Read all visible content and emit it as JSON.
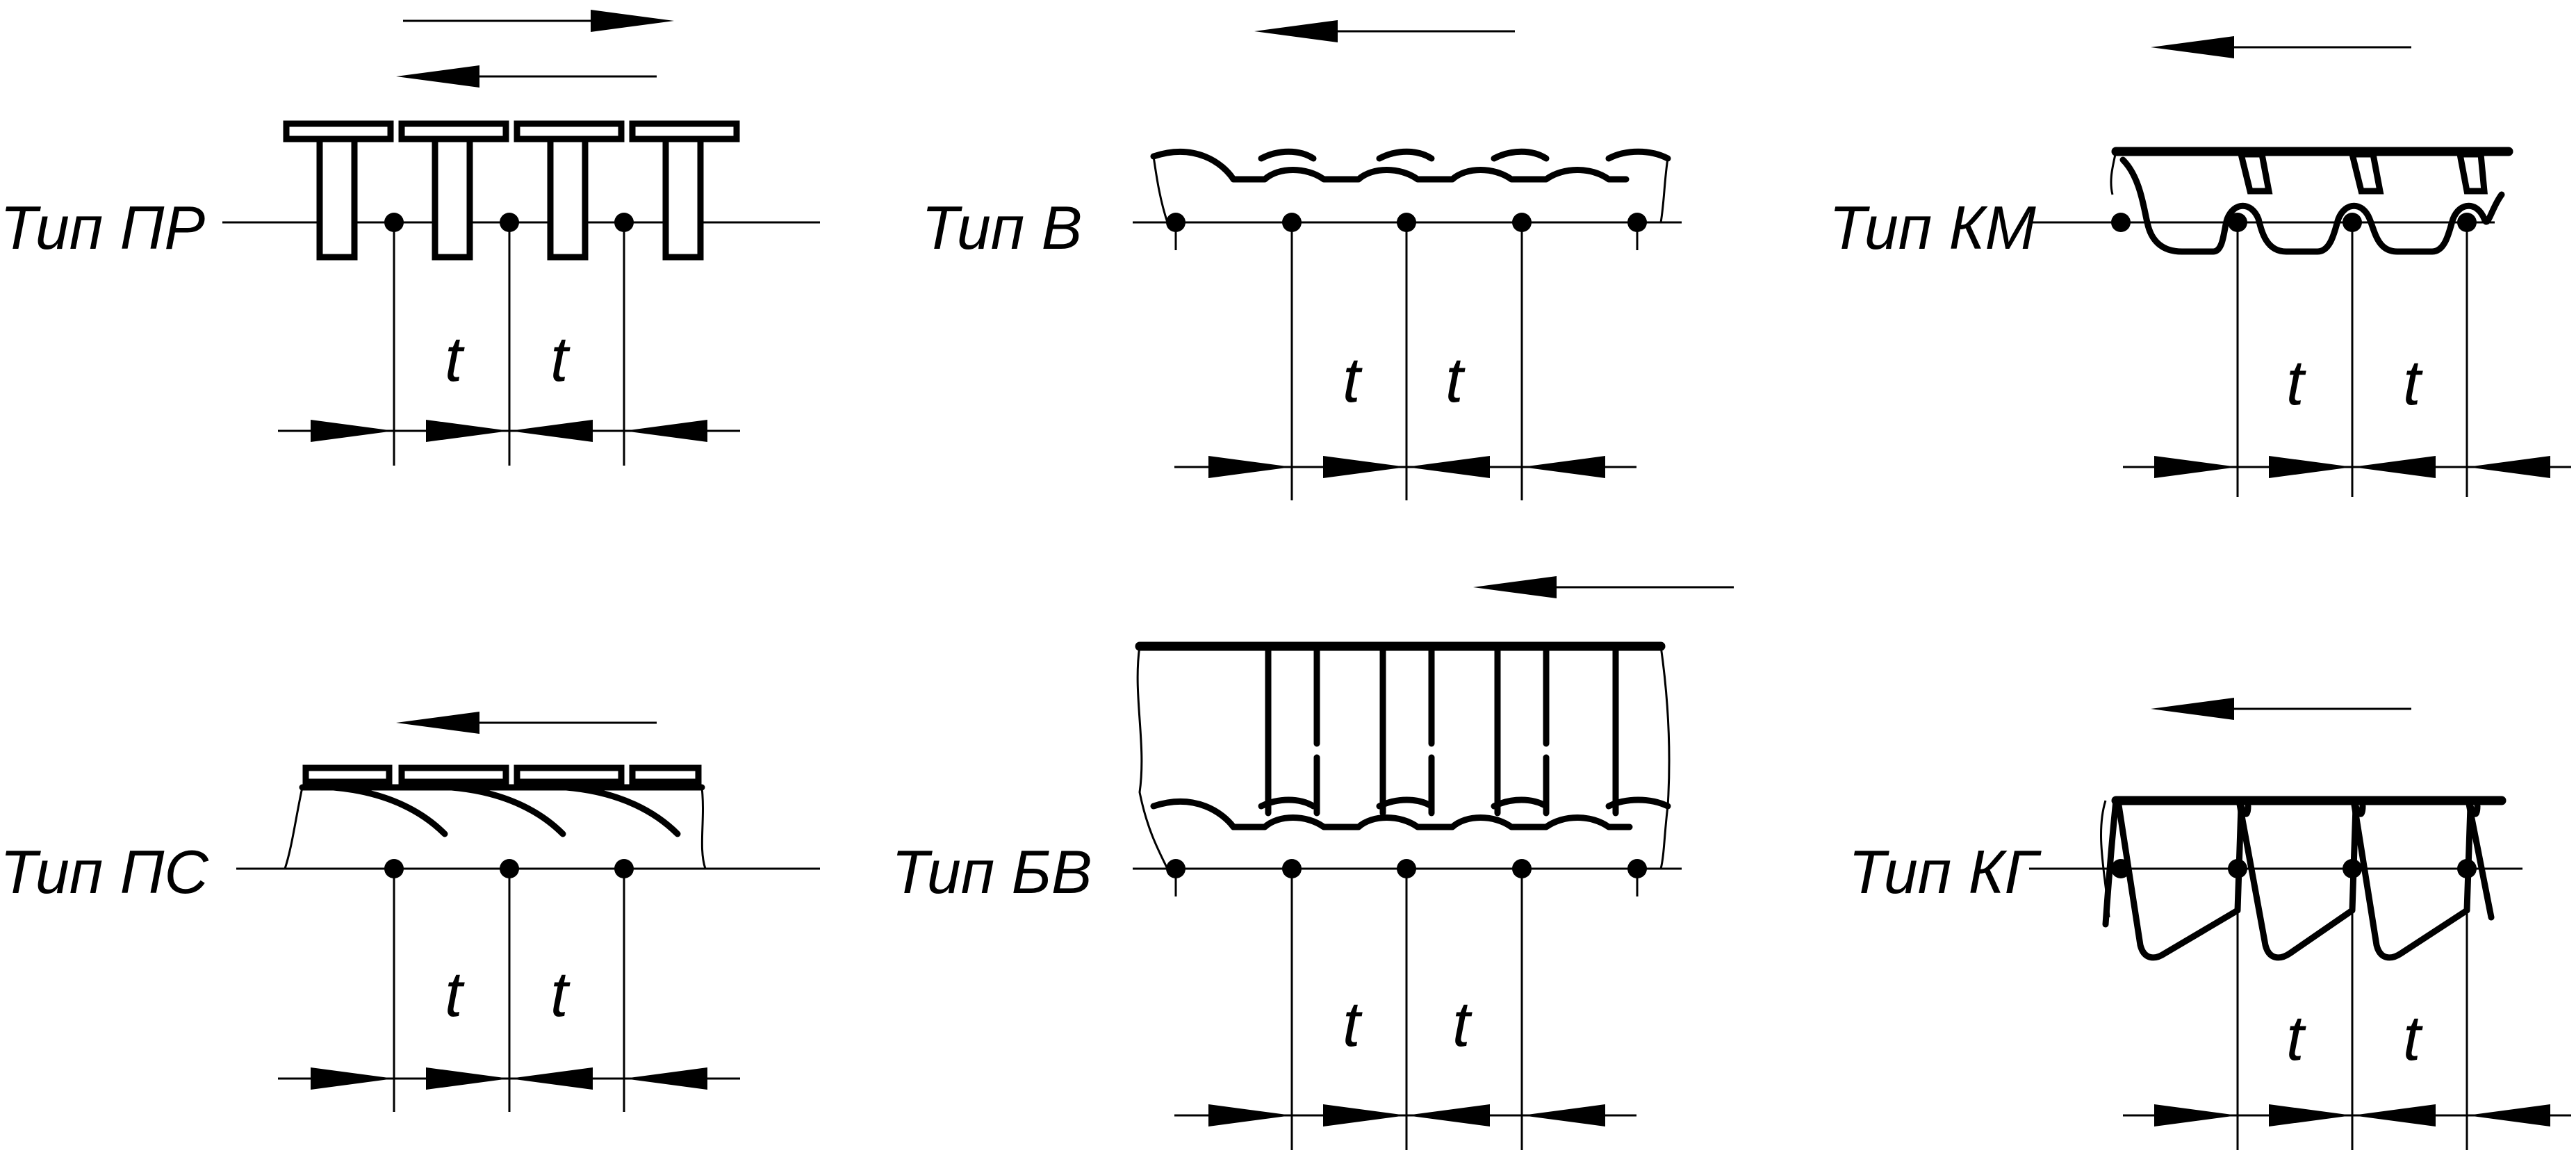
{
  "diagrams": [
    {
      "label": "Тип ПР",
      "pitch_labels": [
        "t",
        "t"
      ]
    },
    {
      "label": "Тип В",
      "pitch_labels": [
        "t",
        "t"
      ]
    },
    {
      "label": "Тип КМ",
      "pitch_labels": [
        "t",
        "t"
      ]
    },
    {
      "label": "Тип ПС",
      "pitch_labels": [
        "t",
        "t"
      ]
    },
    {
      "label": "Тип БВ",
      "pitch_labels": [
        "t",
        "t"
      ]
    },
    {
      "label": "Тип КГ",
      "pitch_labels": [
        "t",
        "t"
      ]
    }
  ]
}
